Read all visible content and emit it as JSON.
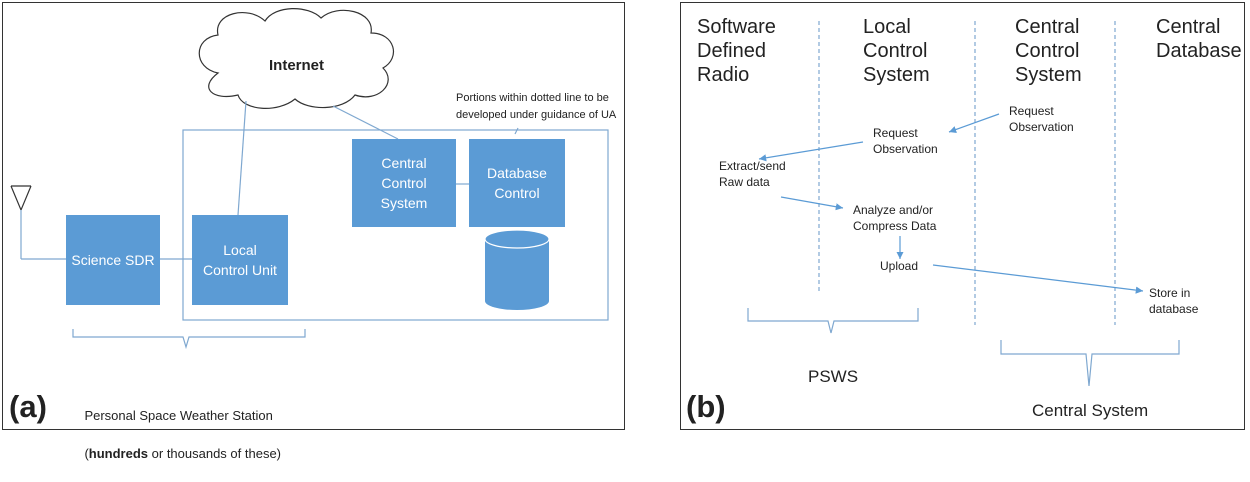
{
  "panel_a": {
    "letter": "(a)",
    "cloud_label": "Internet",
    "note": "Portions within dotted line to be\ndeveloped under guidance of UA",
    "boxes": {
      "science_sdr": "Science SDR",
      "local_control": "Local\nControl Unit",
      "central_control": "Central\nControl\nSystem",
      "database_control": "Database\nControl"
    },
    "caption": "Personal Space Weather Station\n(hundreds or thousands of these)",
    "caption_bold_word": "hundreds",
    "colors": {
      "box": "#5b9bd5",
      "line": "#7fa8d0"
    }
  },
  "panel_b": {
    "letter": "(b)",
    "columns": [
      "Software\nDefined\nRadio",
      "Local\nControl\nSystem",
      "Central\nControl\nSystem",
      "Central\nDatabase"
    ],
    "steps": {
      "request_central": "Request\nObservation",
      "request_local": "Request\nObservation",
      "extract": "Extract/send\nRaw data",
      "analyze": "Analyze and/or\nCompress Data",
      "upload": "Upload",
      "store": "Store in\ndatabase"
    },
    "group_psws": "PSWS",
    "group_central": "Central System"
  }
}
